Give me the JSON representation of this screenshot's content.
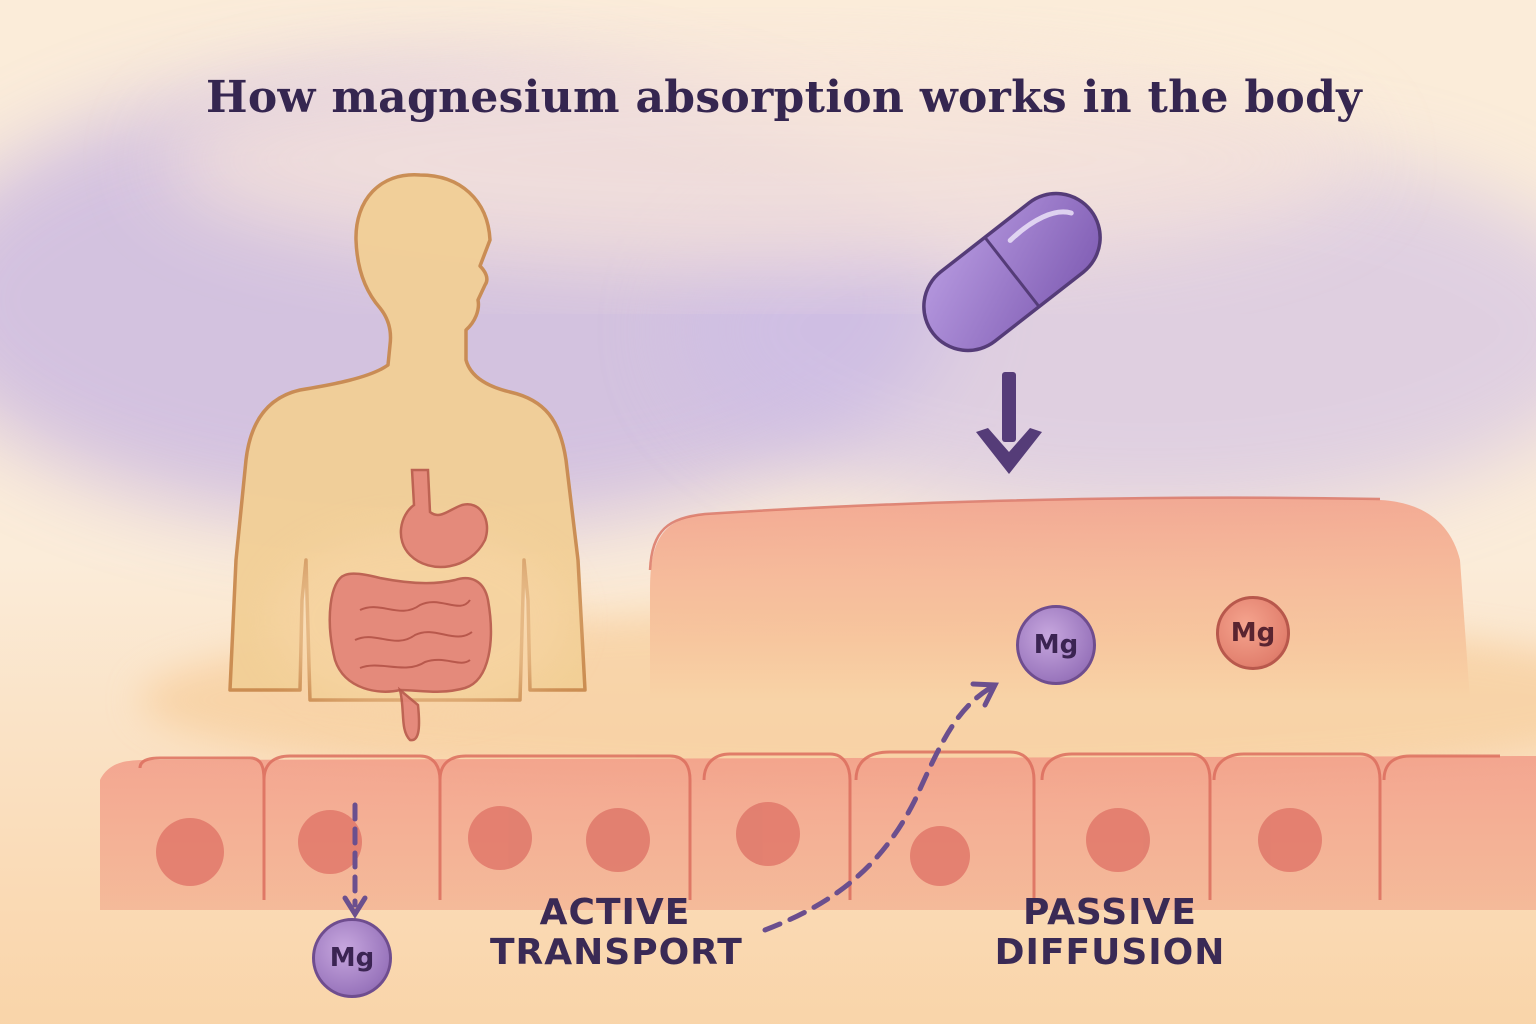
{
  "title": "How magnesium absorption works in the body",
  "labels": {
    "active_line1": "ACTIVE",
    "active_line2": "TRANSPORT",
    "passive_line1": "PASSIVE",
    "passive_line2": "DIFFUSION"
  },
  "ions": {
    "ion_upper_purple": "Mg",
    "ion_upper_red": "Mg",
    "ion_lower_purple": "Mg"
  },
  "colors": {
    "background": "#fbecd9",
    "wash_purple": "#c6b4e2",
    "title_text": "#352650",
    "body_skin": "#f2cf96",
    "body_outline": "#c98a4e",
    "organ": "#e38378",
    "capsule": "#8e6bbf",
    "tissue": "#f3a98f",
    "cell": "#f2a58e",
    "nucleus": "#e0786a",
    "arrow": "#553c78"
  },
  "icons": {
    "capsule": "capsule-icon",
    "down_arrow": "down-arrow-icon",
    "figure": "human-silhouette",
    "digestive": "digestive-tract"
  }
}
